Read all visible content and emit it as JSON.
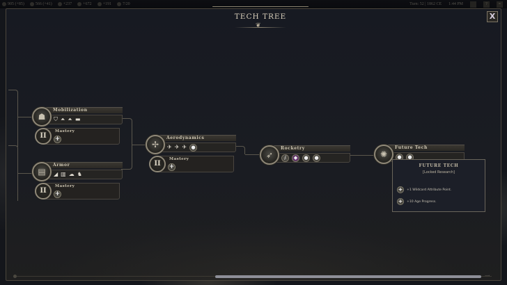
{
  "topbar": {
    "resources": [
      {
        "icon": "science-icon",
        "value": "905 (+85)"
      },
      {
        "icon": "gold-icon",
        "value": "566 (+41)"
      },
      {
        "icon": "influence-icon",
        "value": "+237"
      },
      {
        "icon": "culture-icon",
        "value": "+672"
      },
      {
        "icon": "happiness-icon",
        "value": "+191"
      },
      {
        "icon": "settlements-icon",
        "value": "7/20"
      }
    ],
    "turn": "Turn: 52",
    "separator": "|",
    "year": "1862 CE",
    "clock": "1:44 PM",
    "help_label": "?",
    "menu_label": "≡"
  },
  "panel": {
    "title": "TECH TREE",
    "title_glyph": "❦",
    "close_label": "X"
  },
  "nodes": [
    {
      "id": "mobilization",
      "name": "Mobilization",
      "icon": "soldier-icon",
      "unlocks": [
        "shield-icon",
        "warship-icon",
        "battleship-icon",
        "submarine-icon"
      ],
      "unlock_glyphs": [
        "⛉",
        "⏶",
        "⏶",
        "▬"
      ],
      "mastery": {
        "label": "Mastery",
        "numeral": "II",
        "plus": "+"
      }
    },
    {
      "id": "armor",
      "name": "Armor",
      "icon": "tank-icon",
      "unlocks": [
        "artillery-icon",
        "infantry-icon",
        "bunker-icon",
        "elephant-icon"
      ],
      "unlock_glyphs": [
        "◢",
        "▥",
        "☁",
        "♞"
      ],
      "mastery": {
        "label": "Mastery",
        "numeral": "II",
        "plus": "+"
      }
    },
    {
      "id": "aerodynamics",
      "name": "Aerodynamics",
      "icon": "propeller-icon",
      "unlocks": [
        "fighter-plane-icon",
        "bomber-plane-icon",
        "biplane-icon",
        "balloon-icon"
      ],
      "unlock_glyphs": [
        "✈",
        "✈",
        "✈",
        "●"
      ],
      "mastery": {
        "label": "Mastery",
        "numeral": "II",
        "plus": "+"
      }
    },
    {
      "id": "rocketry",
      "name": "Rocketry",
      "icon": "rocket-icon",
      "unlocks": [
        "missile-icon",
        "purple-gem-icon",
        "bulb-icon",
        "bulb-icon"
      ],
      "unlock_glyphs": [
        "/",
        "◆",
        "●",
        "●"
      ]
    },
    {
      "id": "future_tech",
      "name": "Future Tech",
      "icon": "atom-icon",
      "unlocks": [
        "wildcard-icon",
        "age-icon"
      ],
      "unlock_glyphs": [
        "●",
        "●"
      ]
    }
  ],
  "tooltip": {
    "title": "FUTURE TECH",
    "subtitle": "[Locked Research]",
    "effects": [
      {
        "icon": "plus-icon",
        "text": "+1 Wildcard Attribute Point."
      },
      {
        "icon": "plus-icon",
        "text": "+10 Age Progress."
      }
    ]
  },
  "scrollbar": {
    "position_percent": 42
  }
}
